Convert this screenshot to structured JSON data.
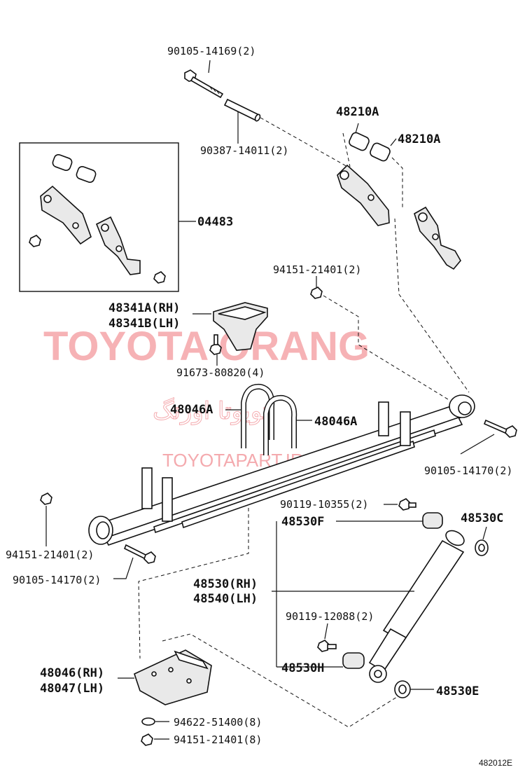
{
  "labels": {
    "bolt_top": "90105-14169(2)",
    "pin": "90387-14011(2)",
    "bushing_a1": "48210A",
    "bushing_a2": "48210A",
    "kit": "04483",
    "nut_upper": "94151-21401(2)",
    "bracket_rh": "48341A(RH)",
    "bracket_lh": "48341B(LH)",
    "bracket_bolt": "91673-80820(4)",
    "ubolt_left": "48046A",
    "ubolt_right": "48046A",
    "bolt_right": "90105-14170(2)",
    "nut_left": "94151-21401(2)",
    "bolt_left": "90105-14170(2)",
    "shock_nut_top": "90119-10355(2)",
    "bushing_f": "48530F",
    "bushing_c": "48530C",
    "shock_rh": "48530(RH)",
    "shock_lh": "48540(LH)",
    "shock_bolt_bottom": "90119-12088(2)",
    "bushing_h": "48530H",
    "bushing_e": "48530E",
    "seat_rh": "48046(RH)",
    "seat_lh": "48047(LH)",
    "washer": "94622-51400(8)",
    "nut_bottom": "94151-21401(8)"
  },
  "watermark": {
    "main": "TOYOTA ORANG",
    "persian": "تویوتا اورنگ",
    "site": "TOYOTAPART.IR"
  },
  "diagram_code": "482012E",
  "colors": {
    "watermark": "#f5a5a9",
    "ink": "#111111"
  }
}
